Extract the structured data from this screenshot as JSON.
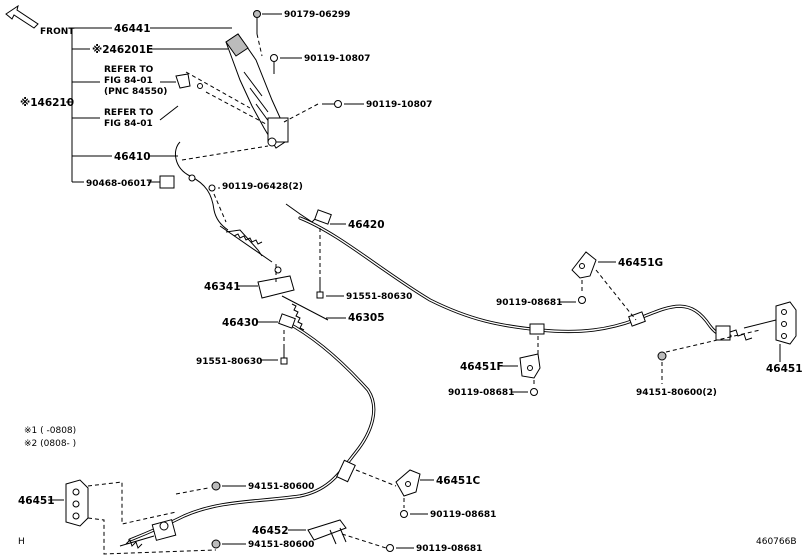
{
  "front_label": "FRONT",
  "notes": [
    "※1 (     -0808)",
    "※2 (0808-     )"
  ],
  "group": {
    "label": "※146210",
    "children": [
      "46441",
      "※246201E",
      "46410",
      "90468-06017"
    ],
    "refs": [
      [
        "REFER TO",
        "FIG 84-01",
        "(PNC 84550)"
      ],
      [
        "REFER TO",
        "FIG 84-01"
      ]
    ]
  },
  "labels": {
    "p90179_06299": "90179-06299",
    "p90119_10807a": "90119-10807",
    "p90119_10807b": "90119-10807",
    "p90119_06428": "90119-06428(2)",
    "p46420": "46420",
    "p46451G": "46451G",
    "p46341": "46341",
    "p91551_80630a": "91551-80630",
    "p90119_08681a": "90119-08681",
    "p46305": "46305",
    "p46430": "46430",
    "p46451": "46451",
    "p91551_80630b": "91551-80630",
    "p46451F": "46451F",
    "p90119_08681b": "90119-08681",
    "p94151_80600_2": "94151-80600(2)",
    "p46451C": "46451C",
    "p94151_80600a": "94151-80600",
    "p46451_left": "46451",
    "p90119_08681c": "90119-08681",
    "p46452": "46452",
    "p94151_80600b": "94151-80600",
    "p90119_08681d": "90119-08681"
  },
  "corner_left": "H",
  "figure_code": "460766B"
}
